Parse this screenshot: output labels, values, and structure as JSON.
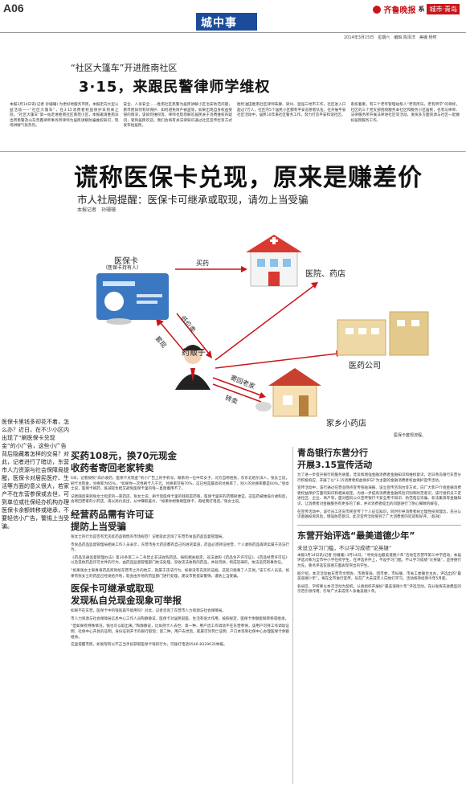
{
  "header": {
    "page_number": "A06",
    "section": "城中事",
    "logo_text": "齐鲁晚报",
    "logo_suffix": "系",
    "logo_box": "城市·青岛",
    "date_line": "2014年3月15日　星期六　编辑 陈泽洋　美编 杨珂"
  },
  "top_story": {
    "kicker": "“社区大篷车”开进胜南社区",
    "headline": "3·15，来跟民警律师学维权",
    "columns": [
      "本报3月14日讯(记者 孙珊珊) 为更好地服务市民，本报走向大型公益活动——“社区大篷车”，在3·15消费者权益保护日到来之际，“社区大篷车”第一站走进胜南社区南苑小区，本报邀请胜南派出所民警及山东普鑫律师事务所律师为居民讲解防骗维权知识，现场讲解气氛热烈。",
      "安全、人身安全……胜南社区民警为居民讲解小区治安防范问题，教市民如何有效保护、如何避免财产被盗等，如果出现自身权益受侵的情况，该如何维权等，律师也现场解答居民关于消费维权的疑问，受到居民欢迎，我们会将有关法律知识通过社区宣传栏等方式发布给居民。",
      "胜利油田胜南社区律师朱康、梁州、温强三地市工作，社区进入口超过7万人，社区内5个居民小区都有平安志愿者队伍，在开展平安社区活动中，居民10年来社区警务工作，努力打造平安和谐社区。",
      "系统着重，有三个老年管理站帮人“老有所乐，老有所学”的目标，社区的三个党支部围绕服务本社区和服务小区居民，也有与律师、法律服务所开展法律进社区等活动，发挥多方面资源与社区一起做好居民服务工作。"
    ]
  },
  "main_story": {
    "headline": "谎称医保卡兑现，原来是赚差价",
    "subheadline": "市人社局提醒：医保卡可继承或取现，请勿上当受骗",
    "byline": "本报记者　孙珊珊",
    "sidebar_intro": "医保卡里钱多却花不着，怎么办？近日，在不少小区内出现了“刷医保卡兑现金”的小广告，这些小广告背后隐藏着怎样的交易？对此，记者进行了暗访，东营市人力资源与社会保障局提醒，医保卡对居民医疗、生活等方面的意义很大，若家产不在东营参保或去世，可到单位或社保经办机构办理医保卡余额转移或继承，不要轻信小广告，警惕上当受骗。"
  },
  "diagram": {
    "node_card_title": "医保卡",
    "node_card_sub": "（医保卡持有人）",
    "node_broker": "药贩子",
    "node_hospital": "医院、药店",
    "node_company": "医药公司",
    "node_pharmacy": "家乡小药店",
    "edge_buy": "买药",
    "edge_cheap": "低价卖",
    "edge_pay": "套现",
    "edge_sell": "寄回老家",
    "edge_transfer": "转卖",
    "caption": "医保卡套现流程。"
  },
  "lower_left": {
    "sections": [
      {
        "heading_lines": [
          "买药108元，换70元现金",
          "收药者寄回老家转卖"
        ],
        "paragraphs": [
          "6日，记者按照“高价收药，医保卡兑现金”的小广告上的手机号，联系到一位中年女子，对方自称姓张，东东北哈尔滨人，张女士说，刷卡兑现金，兑换率为65%，“如果你一次性刷卡几千元，兑换率可按70%，这已经是最高的兑换率了，别人的兑换率都是60%。”张女士说，医保卡刷药，既减轻负担又避免医保卡里的钱一直放着用不了。",
          "记者随后来到张女士指定的一家药店，张女士说，刷卡后医保卡里的钱就是药钱，医保卡里买的药都很便宜，这些药被她低价收购后，会寄回老家的小药店，再以高价卖出，从中赚取差价。“如果你想要刷医保卡，再给我打电话。”张女士说。"
        ]
      },
      {
        "heading_lines": [
          "经营药品需有许可证",
          "提防上当受骗"
        ],
        "paragraphs": [
          "张女士的行为是否有无违反药品销售的市场规范？记者就此咨询了东营市食品药品监督管理局。",
          "市食品药品监督管理局相关工作人员表示，东营市各大药店都有自己的进货渠道，药品必须持证经营，个人收购药品再转卖属于违法行为。",
          "《药品流通监督管理办法》第30条第二十二条禁止非法收购药品，按照相关规定，非法收购《药品生产许可证》、《药品经营许可证》以及其他药品许可文件的行为，由药品监督管理部门依法处理，没收违法收购的药品，并处罚款，构成犯罪的，依法追究刑事责任。",
          "“如果张女士果真将药品寄到给东营市之外的地方，就属于违法行为，如果没有充足的证据，这就只能要了人交易。”该工作人员说，如果有张女士的药品已经发给外地，就会由外地的药监部门进行处理，建议市民提高警惕，谨防上当受骗。"
        ]
      },
      {
        "heading_lines": [
          "医保卡可继承或取现",
          "发现私自兑现金现象可举报"
        ],
        "paragraphs": [
          "如果不在东营，医保卡中的钱就再不能用吗？对此，记者咨询了东营市人力资源与社会保障局。",
          "市人力资源与社会保障局信息中心工作人员陶静静说，医保卡对居民就医、生活有很大作用，按照规定，医保卡余额能够转移或继承。",
          "“但如果有特殊情况，钱也可以取出来。”陶静静说，比如持卡人去世，第一种，用户因工作调动不在东营参保，该用户可持工作调动证明、社保中心开具的证明，身份证到开卡的银行取现；第二种，用户去世后，家属可凭死亡证明、户口本等到社保中心办理医保卡余额继承。",
          "这里提醒市民，如发现有以不正当手段获取医保卡钱的行为，可拨打电话0546-8329635举报。"
        ]
      }
    ]
  },
  "right_col": {
    "story1": {
      "heading_lines": [
        "青岛银行东营分行",
        "开展3.15宣传活动"
      ],
      "paragraphs": [
        "为了进一步提升银行的服务质量，普及和增强金融消费者金融知识和维权意识，近日青岛银行东营分行积极响应，开展了以“3·15消费者权益保护日”为主题的金融消费者权益保护宣传活动。",
        "宣传活动中，该行通过在营业网点宣传张贴海报、设立宣传咨询台等方式，向广大客户介绍金融消费者权益保护方面的知识和相关规定。为进一步提高消费者金融风险识别和防范意识，该行组织员工走进社区、企业、商户等，面对面向公众宣传银行卡安全用卡知识、防范电信诈骗、非法集资等金融知识，让消费者对金融服务有更多的了解，并对消费者提出的问题进行了耐心细致的解答。",
        "在宣传活动中，该行员工还向市民宣传了个人征信知识，同时引导消费者树立理性投资理念，充分认识金融投资风险，增强防范意识。此次宣传活动受到了广大消费者的欢迎和好评。（赵祥）"
      ]
    },
    "story2": {
      "heading": "东营开始评选“最美道德少年”",
      "subheading": "未设立学习门槛，不以学习成绩“论英雄”",
      "paragraphs": [
        "本报3月14日讯(记者 孙珊珊) 3月14日，“寻找身边最美道德少年”活动在东营市第三中学启动，本届评选对象为全市中小学在校学生，在评选条件上，不设学习门槛，不以学习成绩“论英雄”，坚持德行为先，重点评选在道德方面表现突出的学生。",
        "据介绍，本次活动由东营市文明办、市教育局、团市委、市妇联、市关工委联合主办，评选出的“最美道德少年”，将在全市进行宣传，号召广大未成年人向他们学习。活动将持续到今年5月底。",
        "各县区、学校要以本次活动为契机，认真组织开展好“最美道德少年”评选活动，充分发挥先进典型的示范引领作用，引导广大未成年人争做美德少年。"
      ]
    }
  }
}
